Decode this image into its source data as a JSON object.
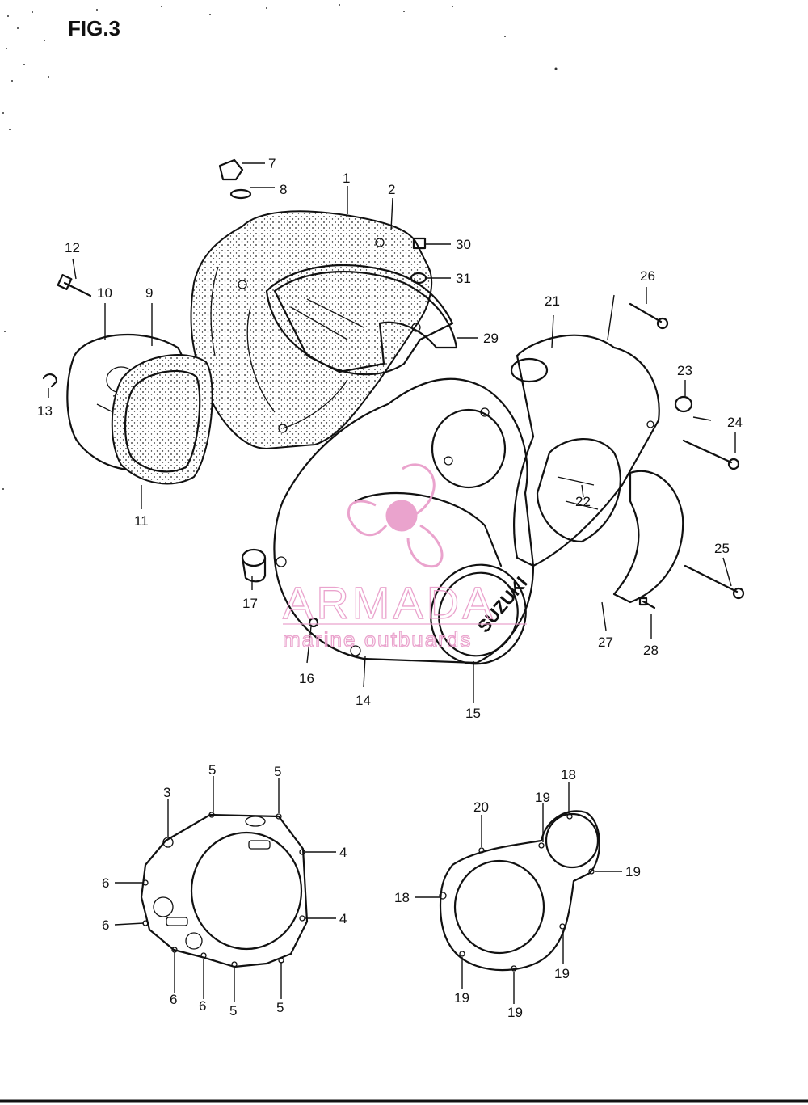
{
  "figure": {
    "title": "FIG.3"
  },
  "watermark": {
    "brand": "ARMADA",
    "tagline": "marine outbuards",
    "color": "#e89ac8"
  },
  "cover_logo": "SUZUKI",
  "callouts": {
    "p1": "1",
    "p2": "2",
    "p7": "7",
    "p8": "8",
    "p9": "9",
    "p10": "10",
    "p11": "11",
    "p12": "12",
    "p13": "13",
    "p14": "14",
    "p15": "15",
    "p16": "16",
    "p17": "17",
    "p21": "21",
    "p22": "22",
    "p23": "23",
    "p24": "24",
    "p25": "25",
    "p26": "26",
    "p27": "27",
    "p28": "28",
    "p29": "29",
    "p30": "30",
    "p31": "31",
    "left_cover": {
      "p3": "3",
      "p5a": "5",
      "p5b": "5",
      "p4a": "4",
      "p4b": "4",
      "p6a": "6",
      "p6b": "6",
      "p6c": "6",
      "p6d": "6",
      "p5c": "5",
      "p5d": "5"
    },
    "right_cover": {
      "p20": "20",
      "p19a": "19",
      "p18a": "18",
      "p19b": "19",
      "p18b": "18",
      "p19c": "19",
      "p19d": "19",
      "p19e": "19"
    }
  }
}
